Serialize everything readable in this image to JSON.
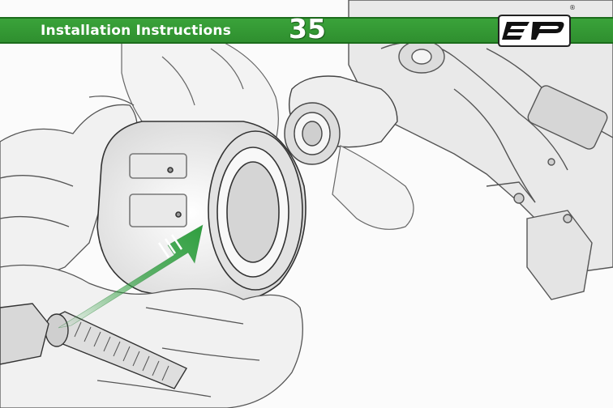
{
  "header": {
    "title": "Installation Instructions",
    "page_number": "35",
    "brand_color": "#2f9a2f",
    "logo_text": "EP",
    "registered_mark": "®"
  },
  "illustration": {
    "arrow_color": "#2e9e3e"
  }
}
